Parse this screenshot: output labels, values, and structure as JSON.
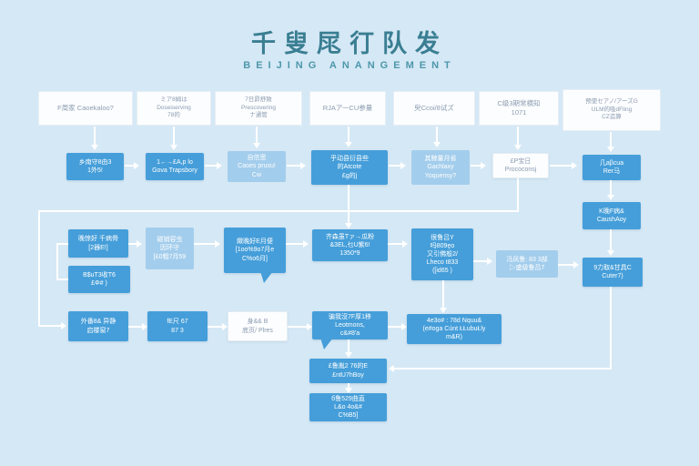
{
  "header": {
    "title": "千叟㞑㣔队发",
    "subtitle": "BEIJING ANANGEMENT"
  },
  "colors": {
    "background": "#d5e8f5",
    "node_blue": "#459ed9",
    "node_light_blue": "#a3cdec",
    "node_white": "#fcfdfe",
    "connector": "#ffffff",
    "title_teal": "#3a7e92"
  },
  "nodes": {
    "t1": {
      "label": "F周家 Caoekaloo?"
    },
    "t2": {
      "label": "ミア8姆は\nDoseiserving\n78的"
    },
    "t3": {
      "label": "7日昴舒致\nPrescovering\nナ通管"
    },
    "t4": {
      "label": "RJAアーCU参量"
    },
    "t5": {
      "label": "臾Ccoi/8试ズ"
    },
    "t6": {
      "label": "C级3期常横知\n1071"
    },
    "t7": {
      "label": "预使セアノ/アーズG\nULM的吸dFling\nCZ造算"
    },
    "p1": {
      "label": "乡南守8由3\n1外5!"
    },
    "p2": {
      "label": "1←→£A,p lo\nGova Trapsbory"
    },
    "p3": {
      "label": "自信思\nCaoes prusu!\nCw"
    },
    "p4": {
      "label": "乎动县衍县些\n的Atcote\n£g的j"
    },
    "p5": {
      "label": "其鲸量月省\nGachlaxy\nYoquensy?"
    },
    "p6": {
      "label": "£P宝日\nPrococonsj"
    },
    "p7": {
      "label": "几aβcua\nRer马"
    },
    "r1": {
      "label": "K晚F病&\nCaushAoy"
    },
    "r2": {
      "label": "9力取&甘具C\nCuter7)"
    },
    "a1": {
      "label": "晚惊好 千病骨\n[2器E!]"
    },
    "a2": {
      "label": "B$uT3收T6\n£Φ# )"
    },
    "a3": {
      "label": "磁销容虫\n因环守\n[£0粗7月59"
    },
    "a4": {
      "label": "緻晚好E月便\n[1oo%9o7月e\nC%o6月]"
    },
    "a5": {
      "label": "齐森虽Tァ→瓜粉\n&3EL,乜U紫6!\n1350*9"
    },
    "a6": {
      "label": "很鲁吕Y\n吗809ęo\n又引佛般2/\nLheco t833\n([id65 )"
    },
    "a7": {
      "label": "冯凤鲁: 83 3部\n▷盛级鲁吕7"
    },
    "w1": {
      "label": "外番8& 异静\n启楼窗7"
    },
    "w2": {
      "label": "fE尺 67\n87 3"
    },
    "w3": {
      "label": "身&& B\n底页/ Plres"
    },
    "w4": {
      "label": "骗我沒7F厚1移\nLeotmons,\nc&#8'a"
    },
    "w5": {
      "label": "4e3o# : 78d Nquu&\n(e#oga Cúnt ŁŁubuŁly\nm&R)"
    },
    "b1": {
      "label": "£鲁胤2 76的E\n£ntU7hBoy"
    },
    "b2": {
      "label": "б鲁529曲直\nL&o 4o&#\nC%B5]"
    }
  }
}
